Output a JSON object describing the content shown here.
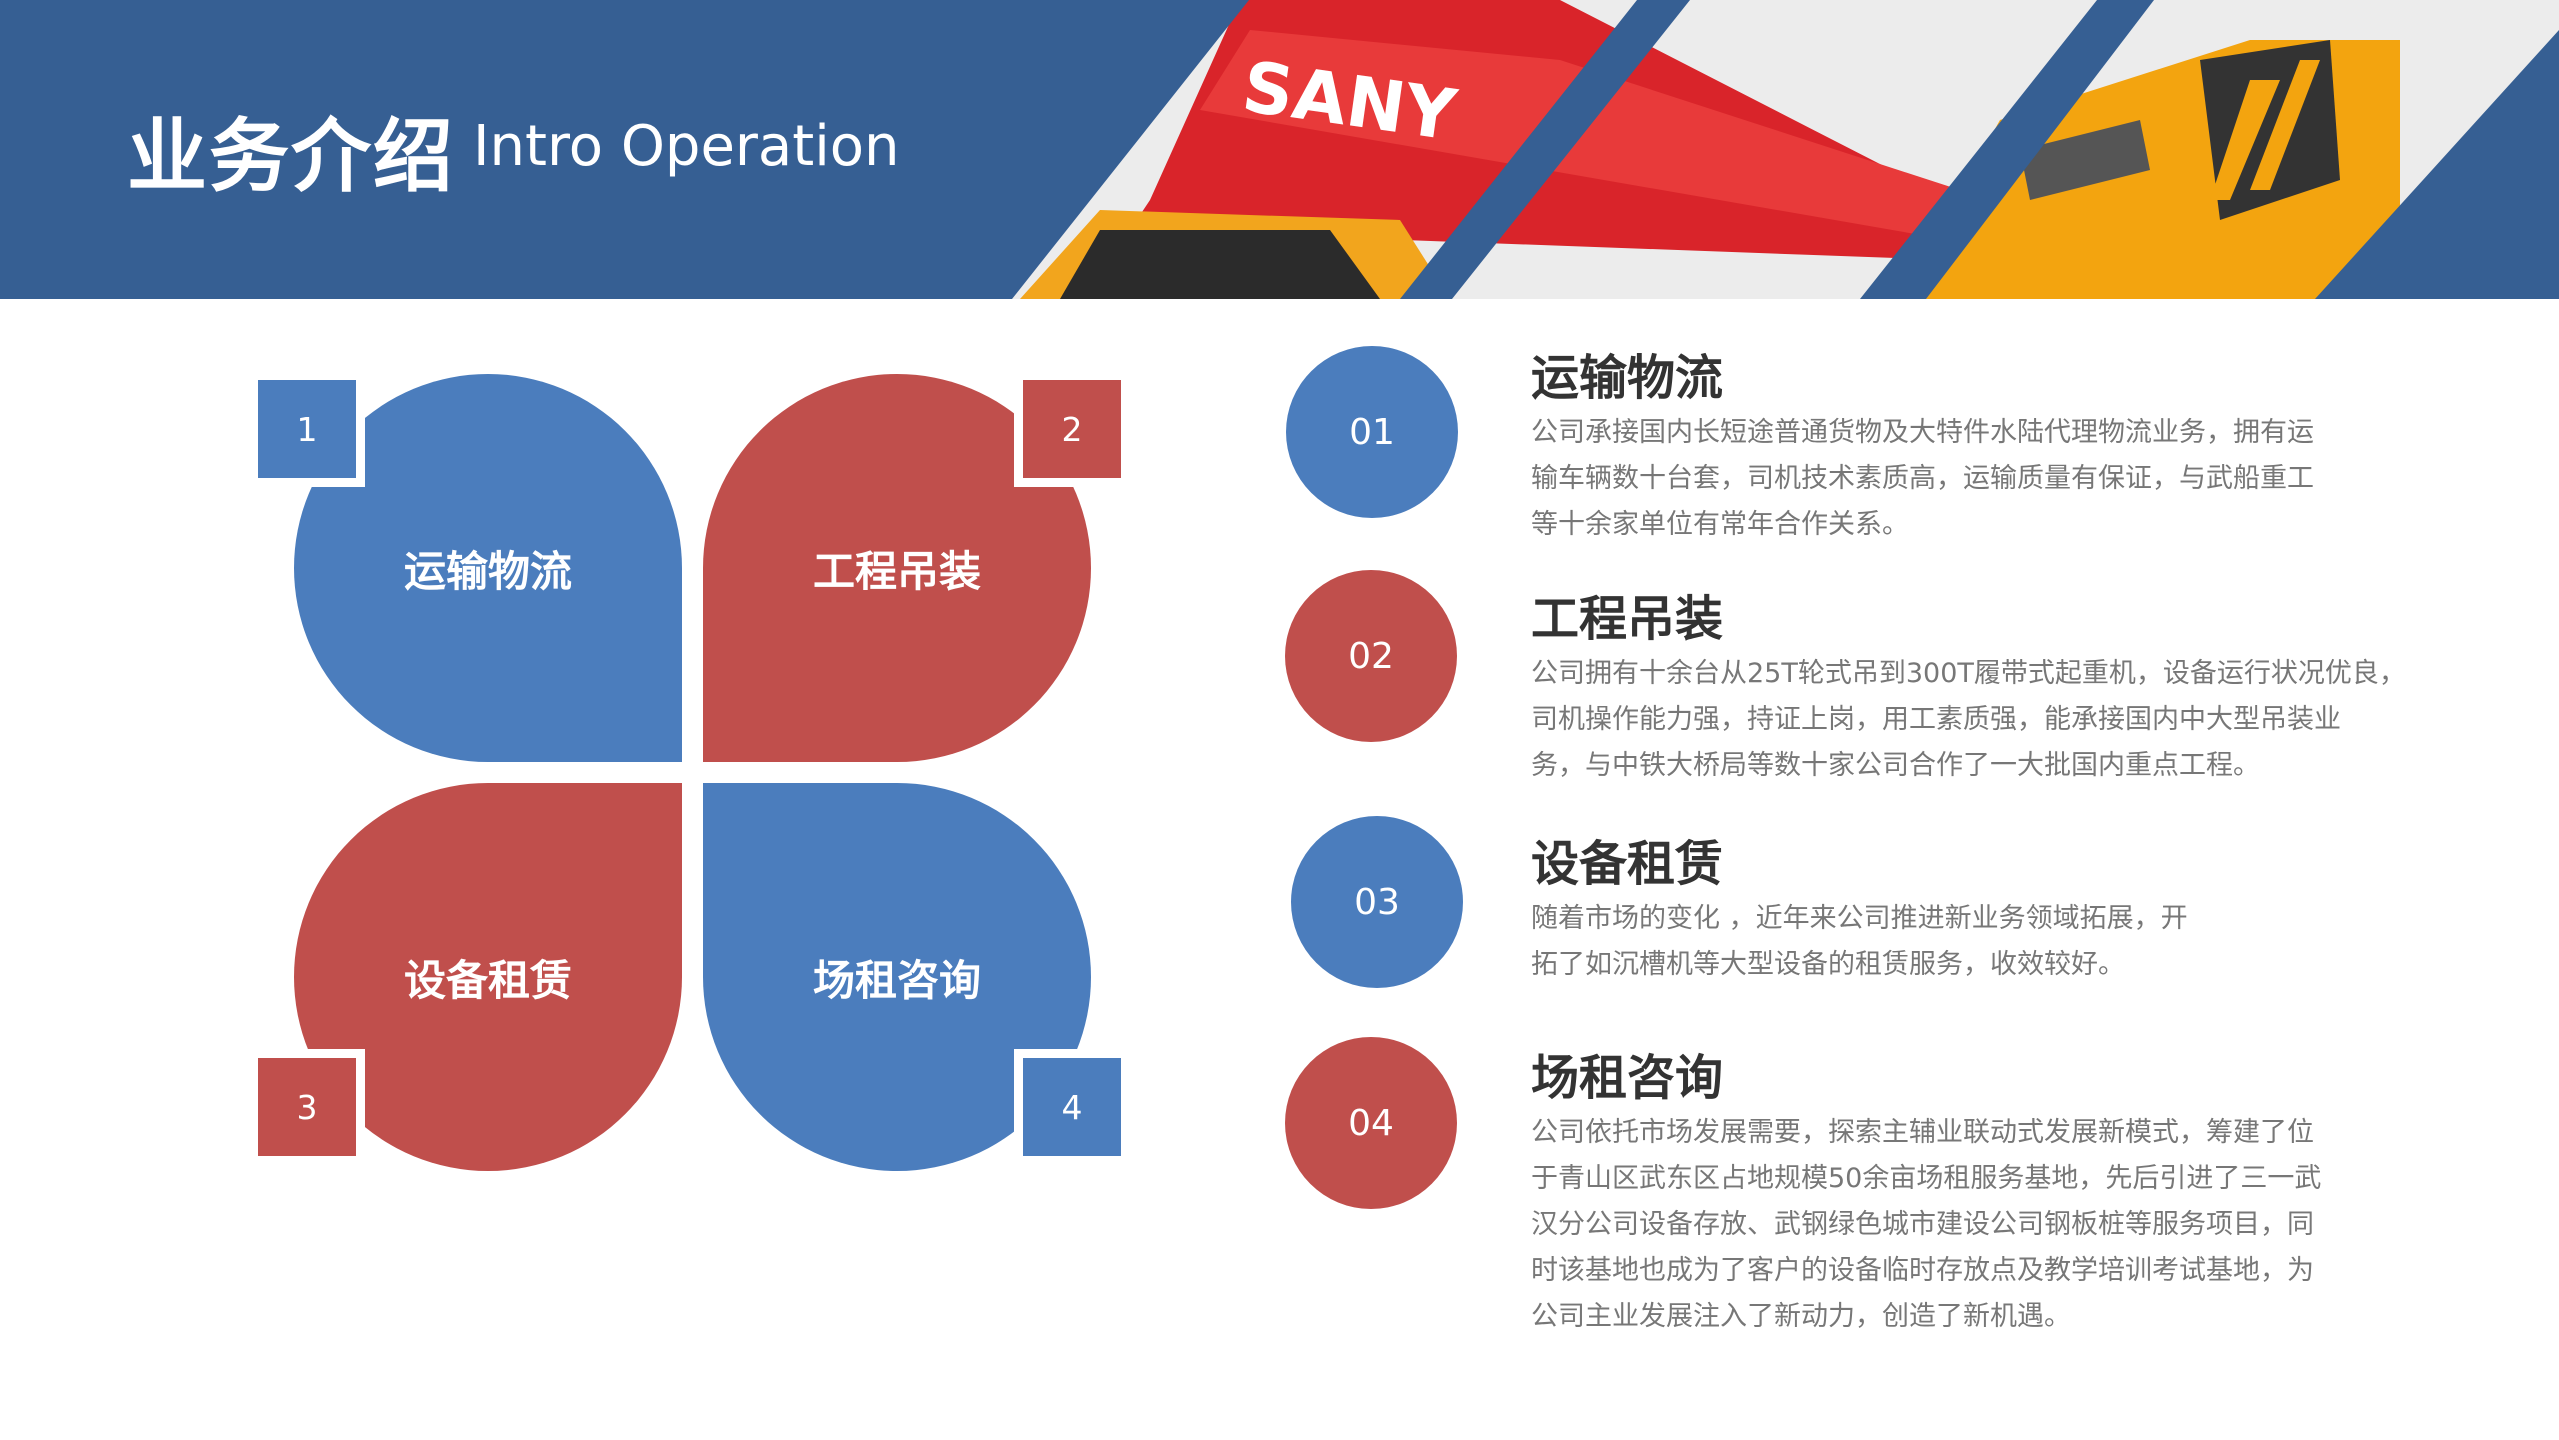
{
  "header": {
    "title_cn": "业务介绍",
    "title_en": "Intro Operation",
    "photo_brand": "SANY"
  },
  "colors": {
    "blue": "#4b7dbd",
    "red": "#c04f4c",
    "header_blue": "#365f93"
  },
  "petals": [
    {
      "number": "1",
      "label": "运输物流"
    },
    {
      "number": "2",
      "label": "工程吊装"
    },
    {
      "number": "3",
      "label": "设备租赁"
    },
    {
      "number": "4",
      "label": "场租咨询"
    }
  ],
  "items": [
    {
      "number": "01",
      "title": "运输物流",
      "lines": [
        "公司承接国内长短途普通货物及大特件水陆代理物流业务，拥有运",
        "输车辆数十台套，司机技术素质高，运输质量有保证，与武船重工",
        "等十余家单位有常年合作关系。"
      ]
    },
    {
      "number": "02",
      "title": "工程吊装",
      "lines": [
        "公司拥有十余台从25T轮式吊到300T履带式起重机，设备运行状况优良，",
        "司机操作能力强，持证上岗，用工素质强，能承接国内中大型吊装业",
        "务，与中铁大桥局等数十家公司合作了一大批国内重点工程。"
      ]
    },
    {
      "number": "03",
      "title": "设备租赁",
      "lines": [
        "随着市场的变化 ，近年来公司推进新业务领域拓展，开",
        "拓了如沉槽机等大型设备的租赁服务，收效较好。"
      ]
    },
    {
      "number": "04",
      "title": "场租咨询",
      "lines": [
        "公司依托市场发展需要，探索主辅业联动式发展新模式，筹建了位",
        "于青山区武东区占地规模50余亩场租服务基地，先后引进了三一武",
        "汉分公司设备存放、武钢绿色城市建设公司钢板桩等服务项目，同",
        "时该基地也成为了客户的设备临时存放点及教学培训考试基地，为",
        "公司主业发展注入了新动力，创造了新机遇。"
      ]
    }
  ]
}
